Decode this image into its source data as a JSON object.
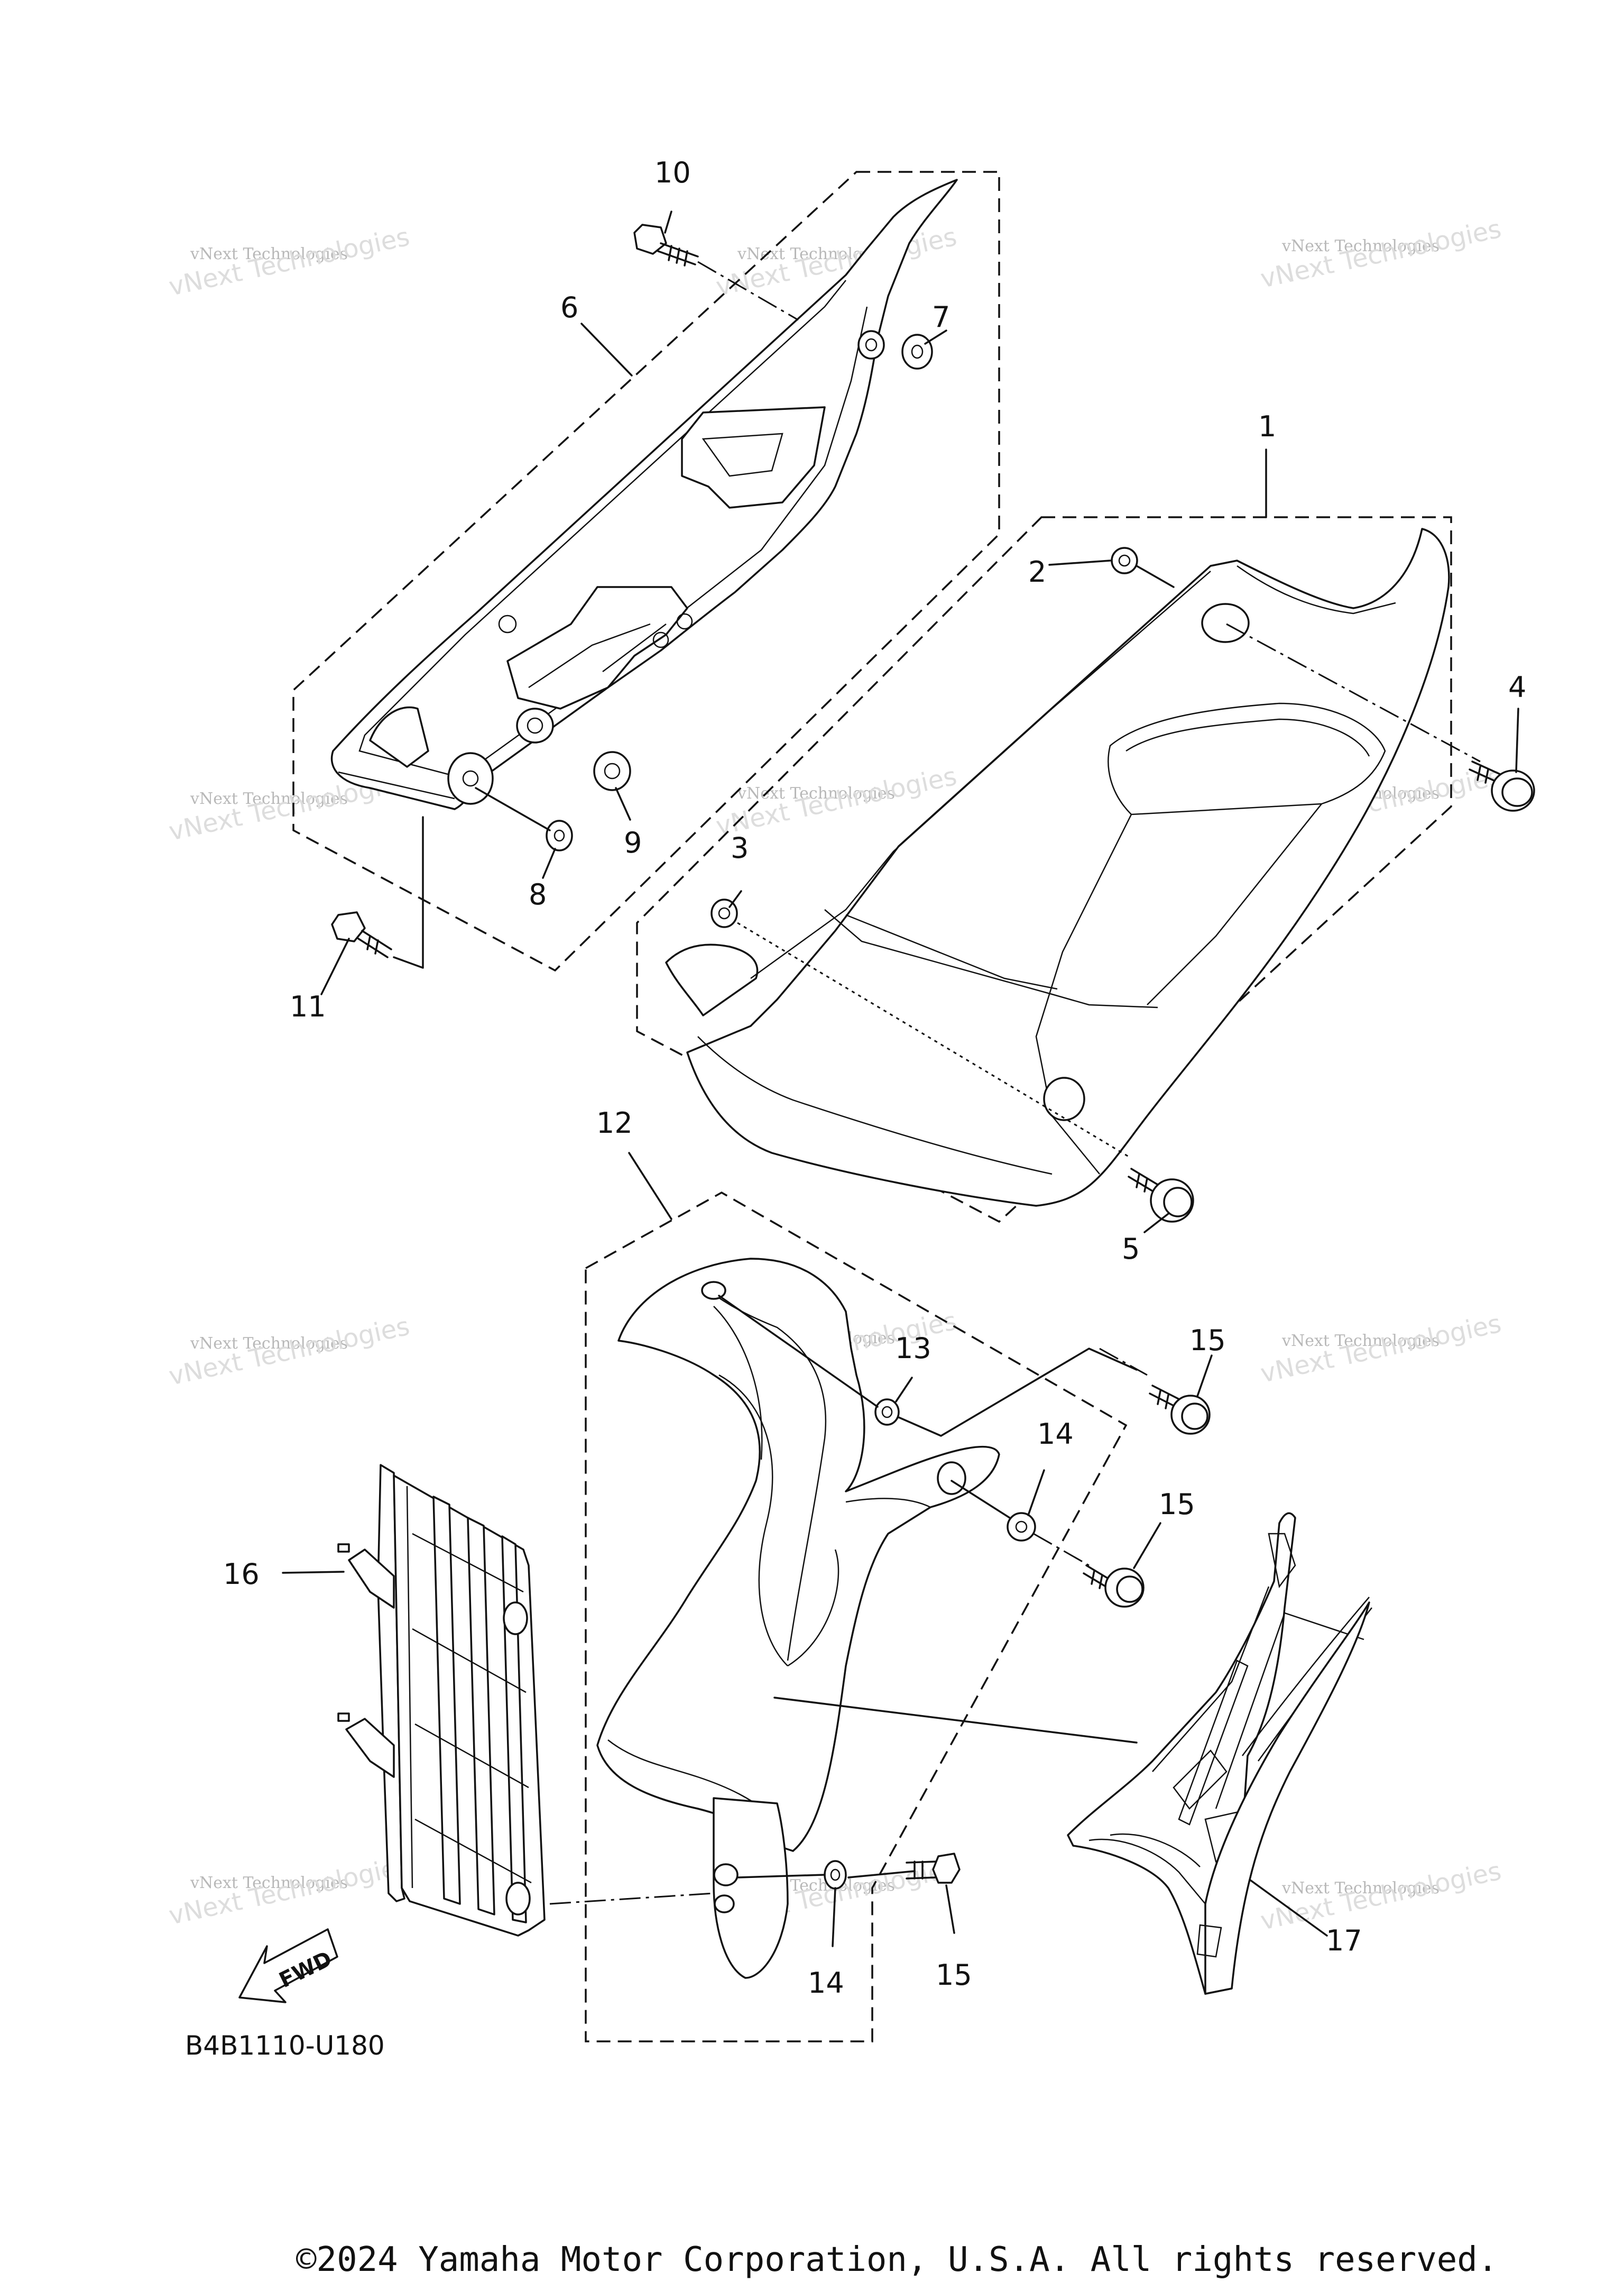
{
  "callouts": {
    "c1": "1",
    "c2": "2",
    "c3": "3",
    "c4": "4",
    "c5": "5",
    "c6": "6",
    "c7": "7",
    "c8": "8",
    "c9": "9",
    "c10": "10",
    "c11": "11",
    "c12": "12",
    "c13": "13",
    "c14a": "14",
    "c14b": "14",
    "c15a": "15",
    "c15b": "15",
    "c15c": "15",
    "c16": "16",
    "c17": "17"
  },
  "fwd_label": "FWD",
  "diagram_code": "B4B1110-U180",
  "watermark": {
    "line1": "vNext Technologies",
    "line2": "vNext Technologies"
  },
  "copyright": "©2024 Yamaha Motor Corporation, U.S.A. All rights reserved."
}
